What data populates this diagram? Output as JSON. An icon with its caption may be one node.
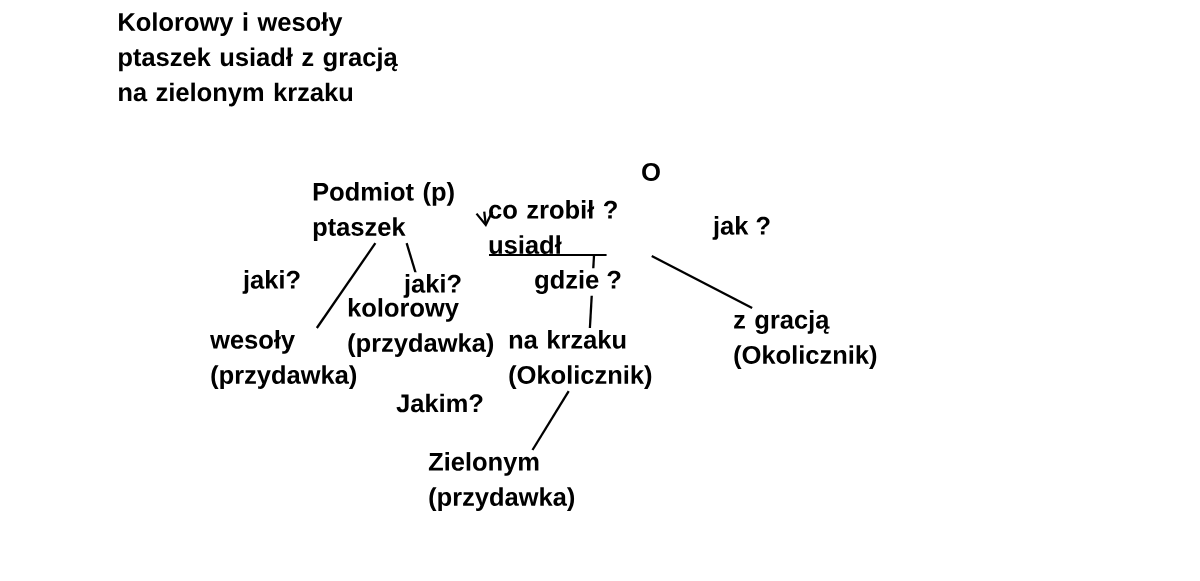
{
  "diagram": {
    "title": "Kolorowy i wesoły ptaszek usiadł z gracją na zielonym krzaku",
    "nodes": [
      {
        "text": [
          "Podmiot (p)",
          "ptaszek"
        ]
      },
      {
        "text": [
          "co zrobił ? usiadł"
        ]
      },
      {
        "text": [
          "wesoły (przydawka)"
        ]
      },
      {
        "text": [
          "kolorowy (przydawka)"
        ]
      },
      {
        "text": [
          "na krzaku (Okolicznik)"
        ]
      },
      {
        "text": [
          "z gracją (Okolicznik)"
        ]
      },
      {
        "text": [
          "Zielonym (przydawka)"
        ]
      }
    ],
    "edges": [
      {
        "from": 0,
        "to": 1,
        "arrow": "to"
      },
      {
        "from": 0,
        "to": 2,
        "arrow": "none",
        "label": "jaki?"
      },
      {
        "from": 0,
        "to": 3,
        "arrow": "none",
        "label": "jaki?"
      },
      {
        "from": 1,
        "to": 4,
        "arrow": "none",
        "label": "gdzie ?"
      },
      {
        "from": 1,
        "to": 5,
        "arrow": "none",
        "label": "jak ?"
      },
      {
        "from": 4,
        "to": 6,
        "arrow": "none",
        "label": "Jakim?"
      }
    ],
    "labels": [
      "O"
    ]
  }
}
